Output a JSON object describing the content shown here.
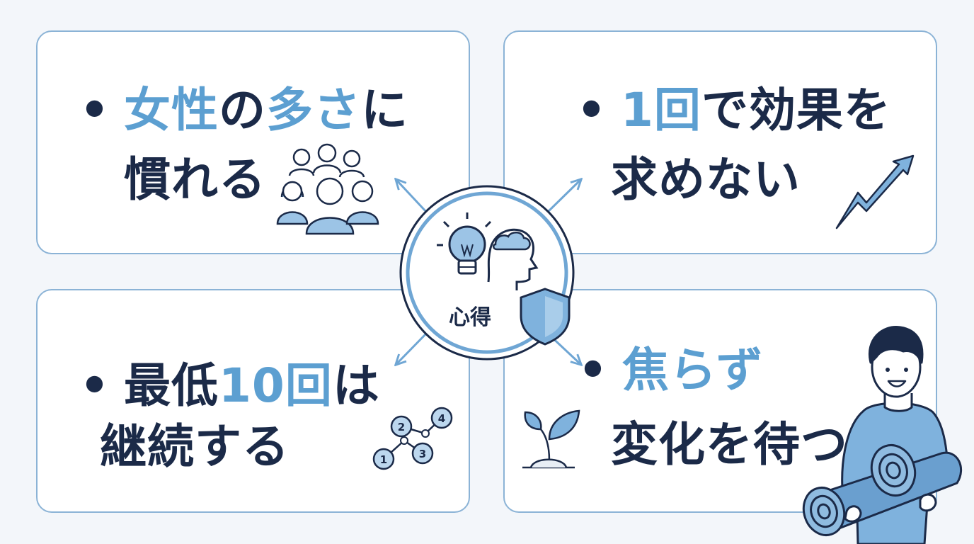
{
  "center": {
    "label": "心得"
  },
  "cards": {
    "top_left": {
      "line1_hl1": "女性",
      "line1_mid": "の",
      "line1_hl2": "多さ",
      "line1_tail": "に",
      "line2": "慣れる"
    },
    "top_right": {
      "line1_hl": "1回",
      "line1_tail": "で効果を",
      "line2": "求めない"
    },
    "bottom_left": {
      "line1_head": "最低",
      "line1_hl": "10回",
      "line1_tail": "は",
      "line2": "継続する"
    },
    "bottom_right": {
      "line1_hl": "焦らず",
      "line2": "変化を待つ"
    }
  },
  "network_nodes": [
    "1",
    "2",
    "3",
    "4"
  ],
  "bullet": "•",
  "colors": {
    "accent": "#5c9fd1",
    "text": "#1b2a48",
    "border": "#8bb3d6",
    "background": "#f3f6fa"
  }
}
